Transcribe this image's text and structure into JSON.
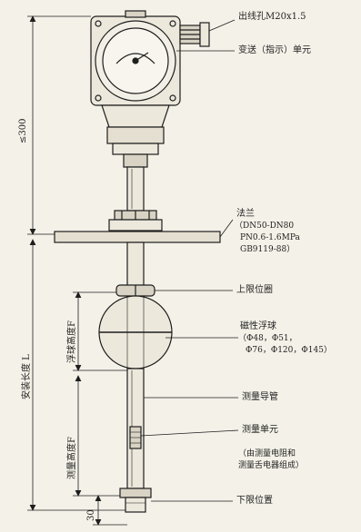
{
  "labels": {
    "cable_hole": "出线孔M20x1.5",
    "transmitter_unit": "变送（指示）单元",
    "flange_title": "法兰",
    "flange_spec_1": "（DN50-DN80",
    "flange_spec_2": "PN0.6-1.6MPa",
    "flange_spec_3": "GB9119-88）",
    "upper_limit": "上限位圈",
    "float_title": "磁性浮球",
    "float_spec_1": "（Φ48，Φ51，",
    "float_spec_2": "Φ76，Φ120，Φ145）",
    "guide_tube": "测量导管",
    "measure_unit": "测量单元",
    "measure_desc_1": "（由测量电阻和",
    "measure_desc_2": "测量舌电器组成）",
    "lower_limit": "下限位置"
  },
  "dimensions": {
    "top_height": "≤300",
    "install_length": "安装长度 L",
    "float_height": "浮球高度F",
    "measure_height": "测量高度F",
    "bottom_offset": "30"
  },
  "colors": {
    "line": "#1e1e1e",
    "background": "#f4f1e8",
    "fill_light": "#ece8dc",
    "fill_mid": "#d8d3c4"
  }
}
